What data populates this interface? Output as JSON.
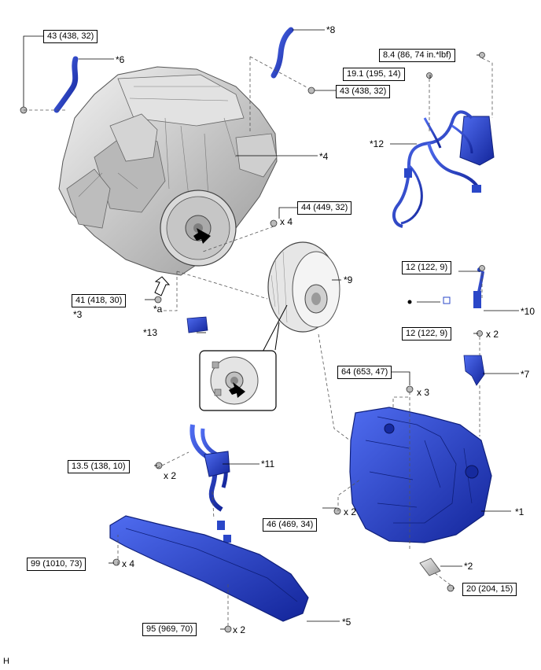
{
  "torque_specs": {
    "t1": "43 (438, 32)",
    "t2": "8.4 (86, 74 in.*lbf)",
    "t3": "19.1 (195, 14)",
    "t4": "43 (438, 32)",
    "t5": "44 (449, 32)",
    "t6": "41 (418, 30)",
    "t7": "12 (122, 9)",
    "t8": "12 (122, 9)",
    "t9": "64 (653, 47)",
    "t10": "13.5 (138, 10)",
    "t11": "46 (469, 34)",
    "t12": "99 (1010, 73)",
    "t13": "20 (204, 15)",
    "t14": "95 (969, 70)"
  },
  "quantities": {
    "q_x4_a": "x 4",
    "q_x2_a": "x 2",
    "q_x3": "x 3",
    "q_x2_b": "x 2",
    "q_x2_c": "x 2",
    "q_x4_b": "x 4",
    "q_x2_d": "x 2"
  },
  "callouts": {
    "c1": "*1",
    "c2": "*2",
    "c3": "*3",
    "c4": "*4",
    "c5": "*5",
    "c6": "*6",
    "c7": "*7",
    "c8": "*8",
    "c9": "*9",
    "c10": "*10",
    "c11": "*11",
    "c12": "*12",
    "c13": "*13",
    "ca": "*a"
  },
  "figure_code": "H",
  "colors": {
    "highlight_part": "#2a47c8",
    "highlight_dark": "#0f1f7a",
    "engine_gray": "#c9c9c9",
    "engine_dark": "#6e6e6e",
    "line": "#000000"
  }
}
